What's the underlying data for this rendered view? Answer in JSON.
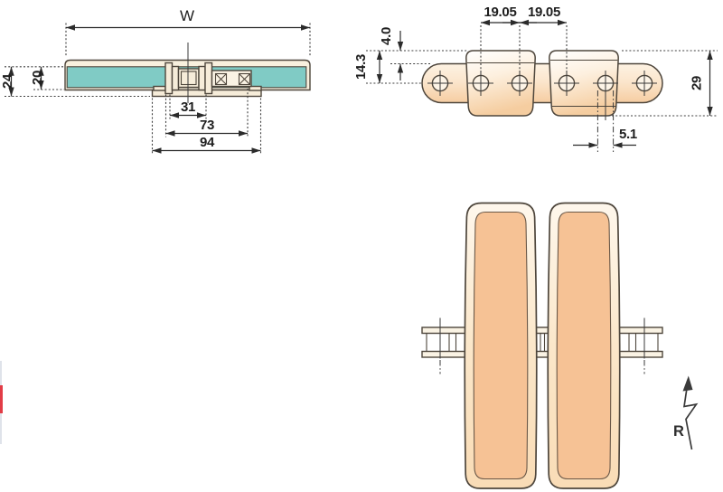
{
  "drawing": {
    "side_view": {
      "dim_w": "W",
      "dim_total_height": "24",
      "dim_slat_thickness": "20",
      "dim_hub_width": "31",
      "dim_link_width": "73",
      "dim_overall_width": "94"
    },
    "top_view": {
      "dim_pitch_a": "19.05",
      "dim_pitch_b": "19.05",
      "dim_edge_offset": "4.0",
      "dim_top_to_center": "14.3",
      "dim_plate_width": "29",
      "dim_pin_diameter": "5.1"
    },
    "plan_view": {
      "radius_label": "R"
    },
    "colors": {
      "teal_slat": "#80cbc5",
      "cream_slat": "#f8f0de",
      "peach_light": "#fdf2e3",
      "peach_mid": "#f7d2a8",
      "peach_panel": "#f6c295",
      "outline": "#4e463c",
      "dimension": "#2b2b2b",
      "red_edge_mark": "#e23c46"
    }
  }
}
